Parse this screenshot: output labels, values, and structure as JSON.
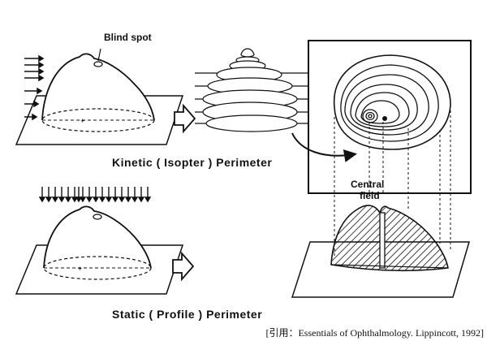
{
  "labels": {
    "blind_spot": "Blind spot",
    "kinetic_title": "Kinetic ( Isopter ) Perimeter",
    "static_title": "Static ( Profile ) Perimeter",
    "central_field_line1": "Central",
    "central_field_line2": "field",
    "citation": "[引用：Essentials of Ophthalmology. Lippincott, 1992]"
  },
  "colors": {
    "ink": "#111111",
    "paper": "#ffffff"
  }
}
